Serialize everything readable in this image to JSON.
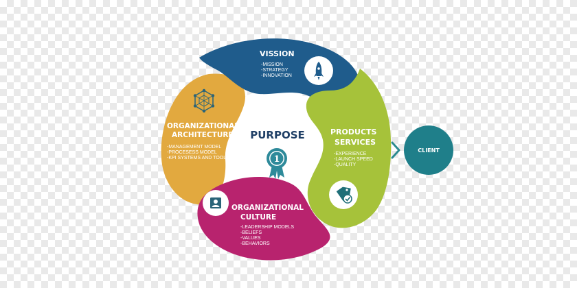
{
  "center": {
    "title": "PURPOSE",
    "badge_number": "1",
    "icon": "award-ribbon-icon"
  },
  "segments": {
    "vision": {
      "title": "VISSION",
      "items": [
        "-MISSION",
        "-STRATEGY",
        "-INNOVATION"
      ],
      "color": "#1f5c8c",
      "icon": "rocket-icon"
    },
    "products": {
      "title_line1": "PRODUCTS",
      "title_line2": "SERVICES",
      "items": [
        "-EXPERIENCE",
        "-LAUNCH SPEED",
        "-QUALITY"
      ],
      "color": "#a6c23a",
      "icon": "price-tag-check-icon"
    },
    "culture": {
      "title_line1": "ORGANIZATIONAL",
      "title_line2": "CULTURE",
      "items": [
        "-LEADERSHIP MODELS",
        "-BELIEFS",
        "-VALUES",
        "-BEHAVIORS"
      ],
      "color": "#b8236e",
      "icon": "person-icon"
    },
    "architecture": {
      "title_line1": "ORGANIZATIONAL",
      "title_line2": "ARCHITECTURE",
      "items": [
        "-MANAGEMENT MODEL",
        "-PROCESESS MODEL",
        "-KPI SYSTEMS AND TOOLS"
      ],
      "color": "#e2a93f",
      "icon": "network-hexagon-icon"
    }
  },
  "client": {
    "label": "CLIENT",
    "color": "#1f7f8a",
    "arrow_icon": "chevron-right-icon"
  }
}
